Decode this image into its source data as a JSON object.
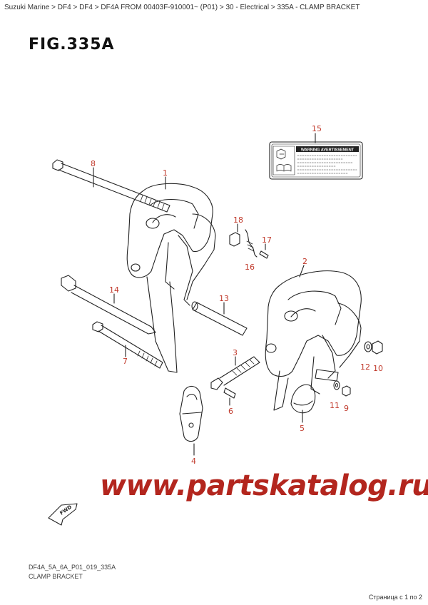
{
  "breadcrumb": {
    "items": [
      "Suzuki Marine",
      "DF4",
      "DF4",
      "DF4A FROM 00403F-910001~  (P01)",
      "30 - Electrical",
      "335A - CLAMP BRACKET"
    ],
    "separator": ">"
  },
  "figure": {
    "title": "FIG.335A",
    "code": "DF4A_5A_6A_P01_019_335A",
    "subtitle": "CLAMP BRACKET"
  },
  "label": {
    "warning": "WARNING  AVERTISSEMENT"
  },
  "callouts": [
    "15",
    "8",
    "1",
    "18",
    "17",
    "16",
    "2",
    "14",
    "13",
    "7",
    "3",
    "12",
    "10",
    "6",
    "11",
    "9",
    "5",
    "4"
  ],
  "watermark": "www.partskatalog.ru",
  "fwd": "FWD",
  "pager": "Страница с 1 по 2",
  "colors": {
    "callout": "#c0392b",
    "watermark": "#b3261e",
    "line": "#222222"
  }
}
